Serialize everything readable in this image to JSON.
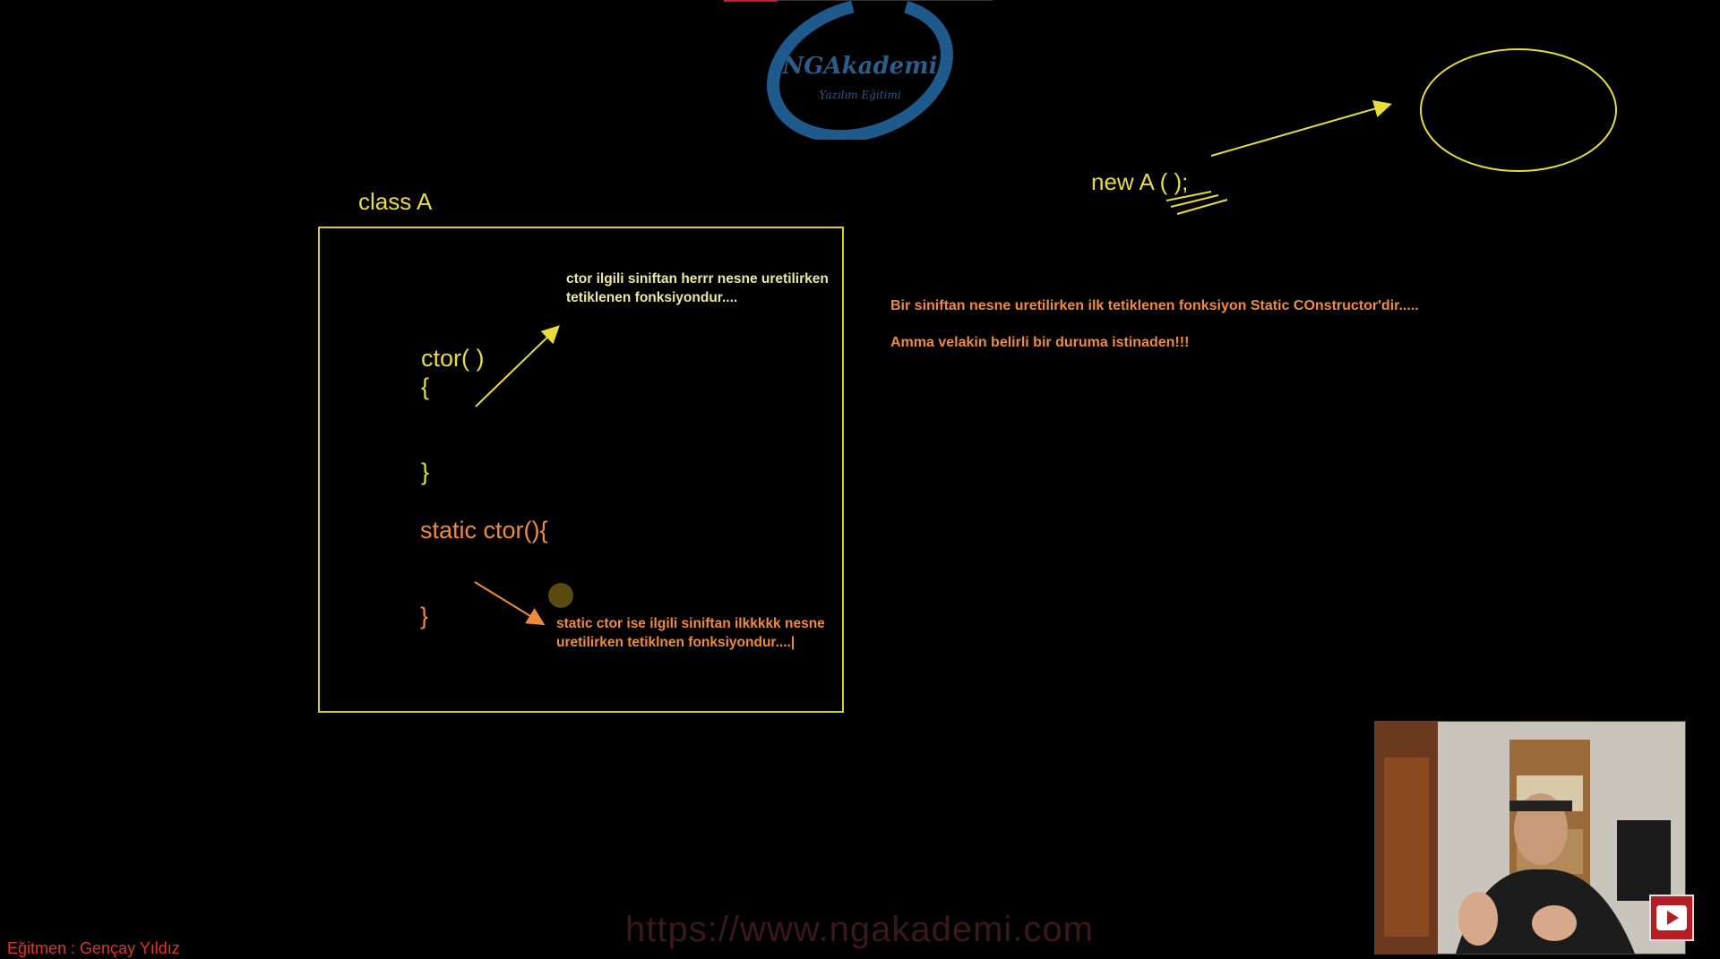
{
  "logo": {
    "name": "NGAkademi",
    "tagline": "Yazılım Eğitimi"
  },
  "whiteboard": {
    "class_title": "class A",
    "ctor_code": {
      "signature": "ctor( )",
      "open_brace": "{",
      "close_brace": "}"
    },
    "static_ctor_code": {
      "signature": "static ctor(){",
      "close_brace": "}"
    },
    "ctor_note": {
      "line1": "ctor ilgili siniftan herrr nesne uretilirken",
      "line2": "tetiklenen fonksiyondur...."
    },
    "static_note": {
      "line1": "static ctor ise ilgili siniftan ilkkkkk  nesne",
      "line2": "uretilirken tetiklnen fonksiyondur....|"
    },
    "right_note_1": "Bir siniftan nesne uretilirken ilk tetiklenen fonksiyon Static COnstructor'dir.....",
    "right_note_2": "Amma velakin belirli bir duruma istinaden!!!",
    "new_expression": "new A ( );"
  },
  "footer": {
    "url": "https://www.ngakademi.com",
    "trainer": "Eğitmen : Gençay Yıldız"
  },
  "colors": {
    "background": "#000000",
    "yellow": "#e8dc3a",
    "orange": "#f08a3c",
    "logo_blue": "#1e5a8c",
    "trainer_red": "#e0342a"
  },
  "icons": {
    "play_button": "youtube-play-icon"
  }
}
